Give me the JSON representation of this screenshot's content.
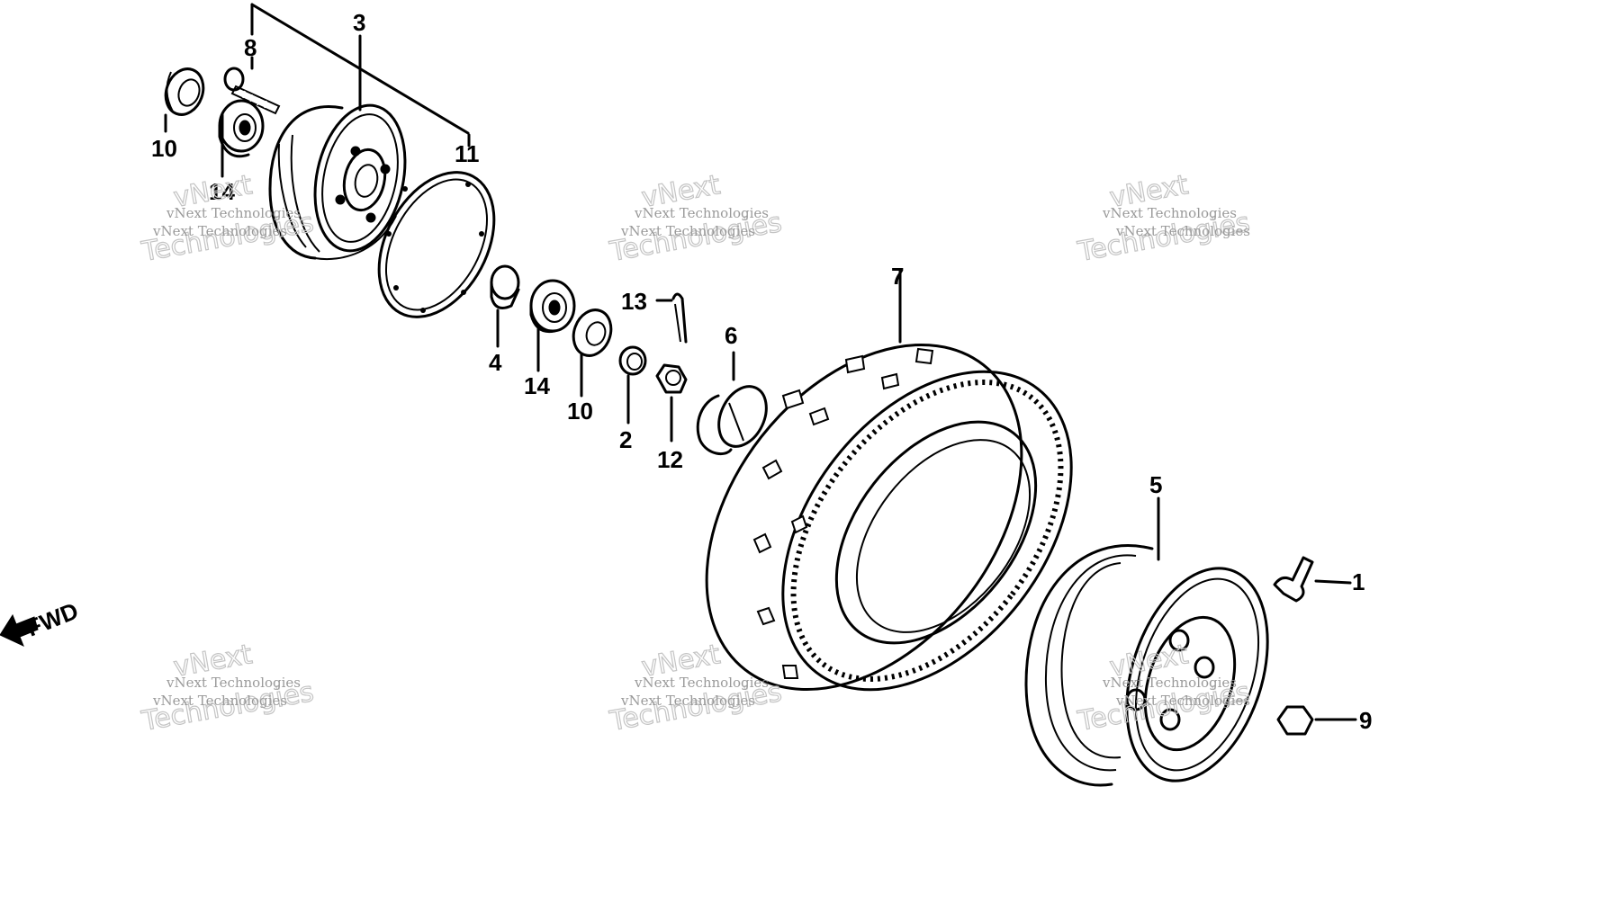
{
  "diagram": {
    "callouts": [
      {
        "id": "c1",
        "text": "1"
      },
      {
        "id": "c2",
        "text": "2"
      },
      {
        "id": "c3",
        "text": "3"
      },
      {
        "id": "c4",
        "text": "4"
      },
      {
        "id": "c5",
        "text": "5"
      },
      {
        "id": "c6",
        "text": "6"
      },
      {
        "id": "c7",
        "text": "7"
      },
      {
        "id": "c8",
        "text": "8"
      },
      {
        "id": "c9",
        "text": "9"
      },
      {
        "id": "c10a",
        "text": "10"
      },
      {
        "id": "c10b",
        "text": "10"
      },
      {
        "id": "c11",
        "text": "11"
      },
      {
        "id": "c12",
        "text": "12"
      },
      {
        "id": "c13",
        "text": "13"
      },
      {
        "id": "c14a",
        "text": "14"
      },
      {
        "id": "c14b",
        "text": "14"
      }
    ],
    "direction_label": "FWD",
    "watermark": {
      "small": "vNext Technologies",
      "large_top": "vNext",
      "large_bottom": "Technologies"
    }
  }
}
